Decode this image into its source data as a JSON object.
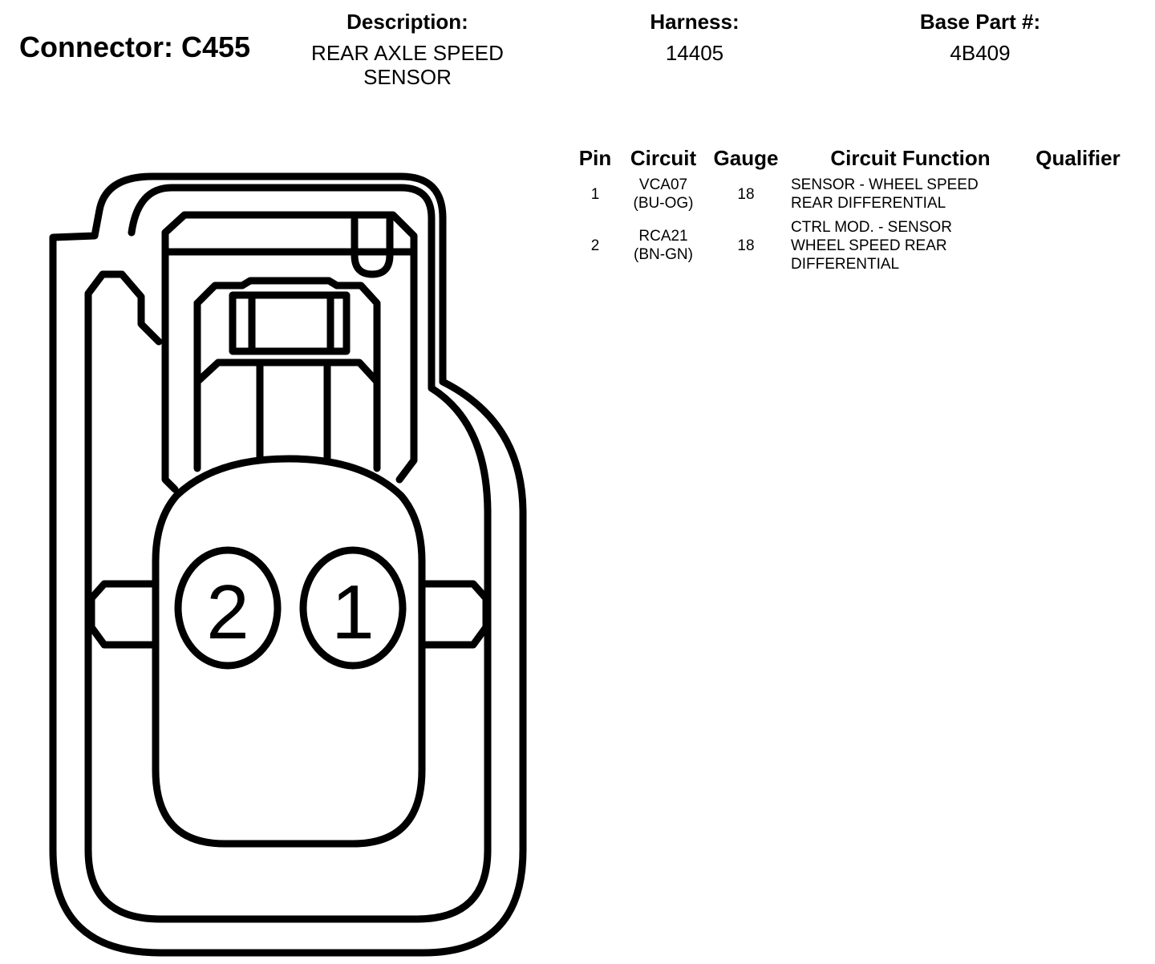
{
  "connector": {
    "title": "Connector: C455"
  },
  "header": {
    "description_label": "Description:",
    "description_lines": [
      "REAR AXLE SPEED",
      "SENSOR"
    ],
    "harness_label": "Harness:",
    "harness_value": "14405",
    "base_part_label": "Base Part #:",
    "base_part_value": "4B409"
  },
  "table": {
    "columns": [
      "Pin",
      "Circuit",
      "Gauge",
      "Circuit Function",
      "Qualifier"
    ],
    "rows": [
      {
        "pin": "1",
        "circuit": [
          "VCA07",
          "(BU-OG)"
        ],
        "gauge": "18",
        "function": [
          "SENSOR - WHEEL SPEED",
          "REAR DIFFERENTIAL"
        ],
        "qualifier": ""
      },
      {
        "pin": "2",
        "circuit": [
          "RCA21",
          "(BN-GN)"
        ],
        "gauge": "18",
        "function": [
          "CTRL MOD. - SENSOR",
          "WHEEL SPEED REAR",
          "DIFFERENTIAL"
        ],
        "qualifier": ""
      }
    ]
  },
  "diagram": {
    "pin_labels": [
      "2",
      "1"
    ],
    "stroke_color": "#000000",
    "fill_color": "#ffffff"
  }
}
